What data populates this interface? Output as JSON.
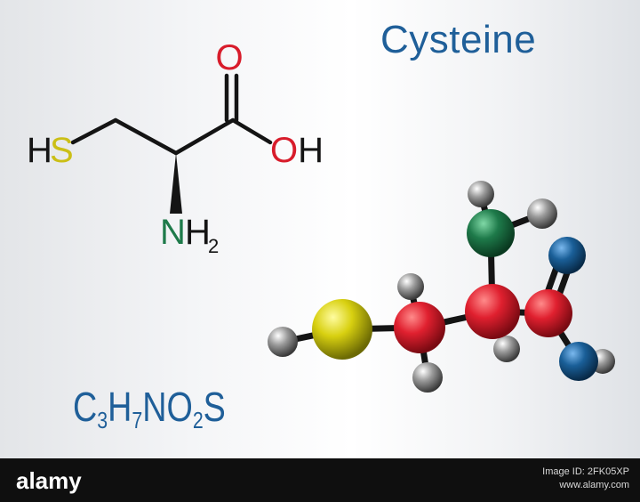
{
  "title": "Cysteine",
  "formula": {
    "parts": [
      {
        "text": "C"
      },
      {
        "text": "3",
        "sub": true
      },
      {
        "text": "H"
      },
      {
        "text": "7",
        "sub": true
      },
      {
        "text": "NO"
      },
      {
        "text": "2",
        "sub": true
      },
      {
        "text": "S"
      }
    ]
  },
  "skeletal_labels": {
    "oxygen": "O",
    "hydroxyl": "OH",
    "sulfur_h": "H",
    "sulfur": "S",
    "nitrogen": "N",
    "amine_h": "H",
    "amine_sub": "2"
  },
  "atom_colors": {
    "carbon": "#d81c2b",
    "hydrogen": "#8a8a8a",
    "nitrogen": "#1a5f98",
    "sulfur": "#d2cb0f",
    "oxygen_green": "#1e7a4a",
    "bond": "#141414"
  },
  "footer": {
    "brand": "alamy",
    "image_id": "Image ID: 2FK05XP",
    "site": "www.alamy.com"
  }
}
